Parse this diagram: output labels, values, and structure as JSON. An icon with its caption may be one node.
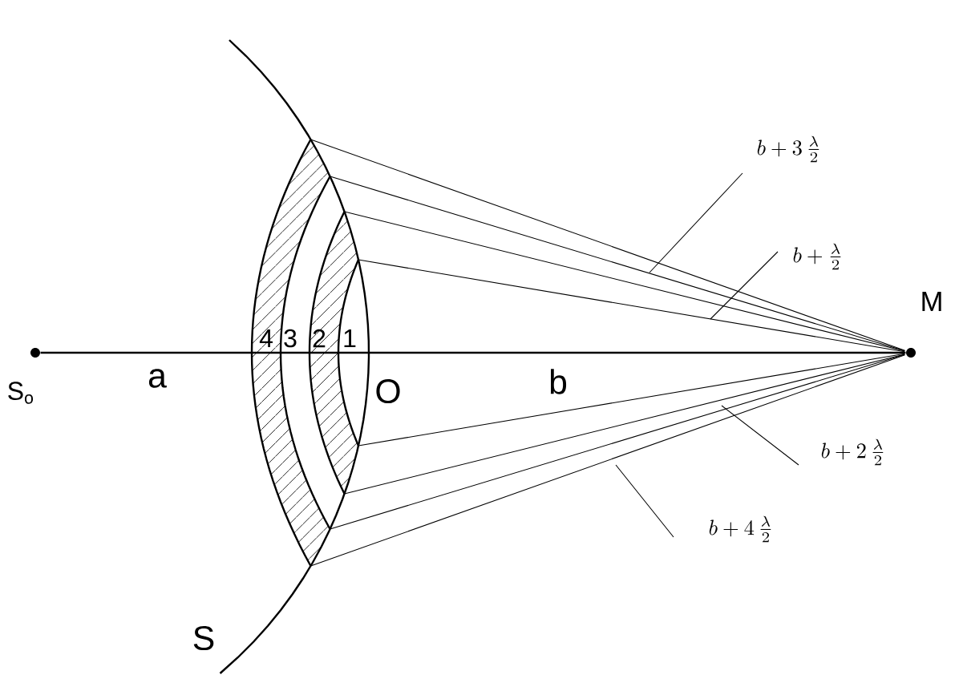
{
  "diagram": {
    "nodes": [
      {
        "text": [],
        "shape": "circle",
        "beside": [
          "S$_{o}$"
        ]
      },
      {
        "text": [],
        "shape": "circle",
        "beside": [
          "M"
        ]
      },
      {
        "text": [
          "b + 3\\,\\frac{\\lambda}{2}"
        ]
      },
      {
        "text": [
          "b + \\frac{\\lambda}{2}"
        ]
      },
      {
        "text": [
          "b + 2\\,\\frac{\\lambda}{2}"
        ]
      },
      {
        "text": [
          "b + 4\\,\\frac{\\lambda}{2}"
        ]
      }
    ],
    "edges": [
      {
        "from": 0,
        "to": 1,
        "arrow": "none"
      },
      {
        "from": 2,
        "to": null,
        "arrow": "none"
      },
      {
        "from": 3,
        "to": null,
        "arrow": "none"
      },
      {
        "from": 4,
        "to": null,
        "arrow": "none"
      },
      {
        "from": 5,
        "to": null,
        "arrow": "none"
      }
    ],
    "labels": [
      "4",
      "3",
      "2",
      "1",
      "a",
      "O",
      "b",
      "S"
    ]
  }
}
